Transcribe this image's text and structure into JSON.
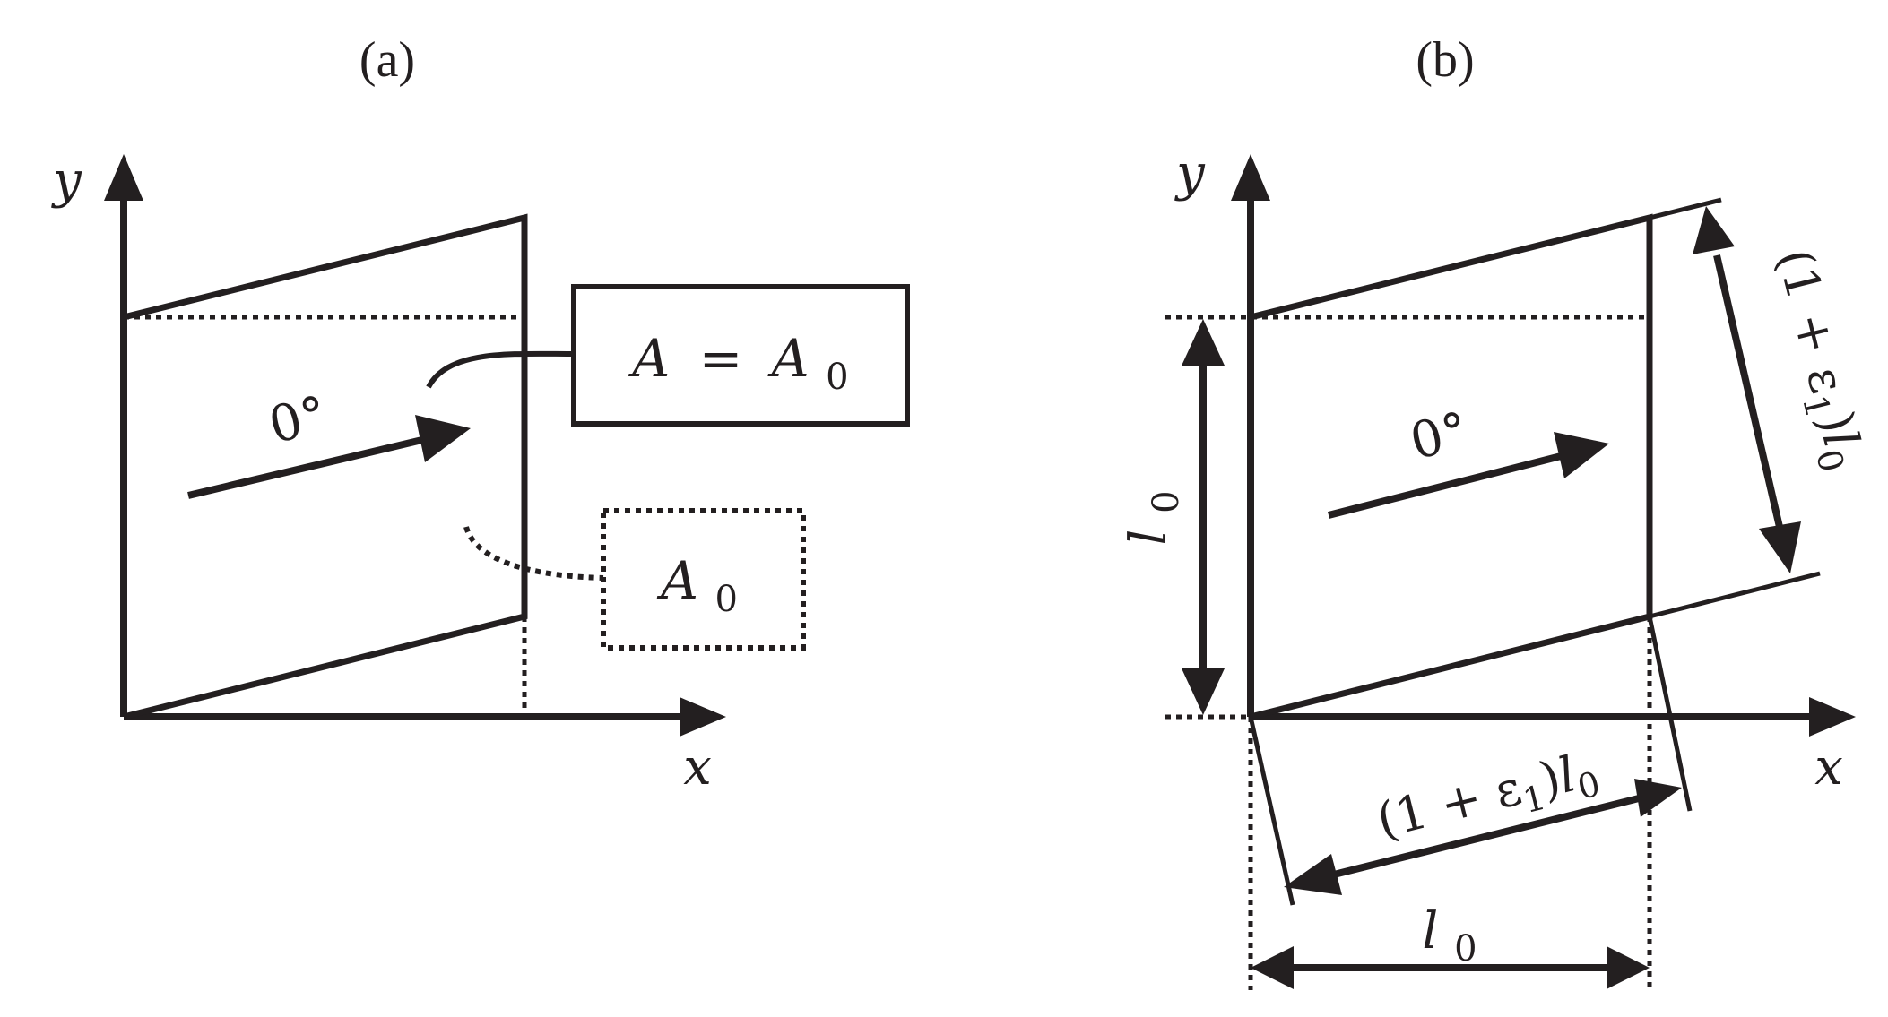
{
  "panel_a": {
    "label": "(a)",
    "axis_x": "x",
    "axis_y": "y",
    "angle": "0°",
    "box_solid": {
      "lhs": "A",
      "eq": "=",
      "rhs": "A",
      "sub": "0"
    },
    "box_dotted": {
      "var": "A",
      "sub": "0"
    }
  },
  "panel_b": {
    "label": "(b)",
    "axis_x": "x",
    "axis_y": "y",
    "angle": "0°",
    "height_dim": {
      "var": "l",
      "sub": "0"
    },
    "bottom_dim": {
      "var": "l",
      "sub": "0"
    },
    "strain1_dim": {
      "open": "(1 + ε",
      "sub": "1",
      "close": ")",
      "var": "l",
      "lsub": "0"
    },
    "strain2_dim": {
      "open": "(1 + ε",
      "sub": "1",
      "close": ")",
      "var": "l",
      "lsub": "0"
    }
  },
  "colors": {
    "ink": "#231f20",
    "background": "#ffffff"
  }
}
